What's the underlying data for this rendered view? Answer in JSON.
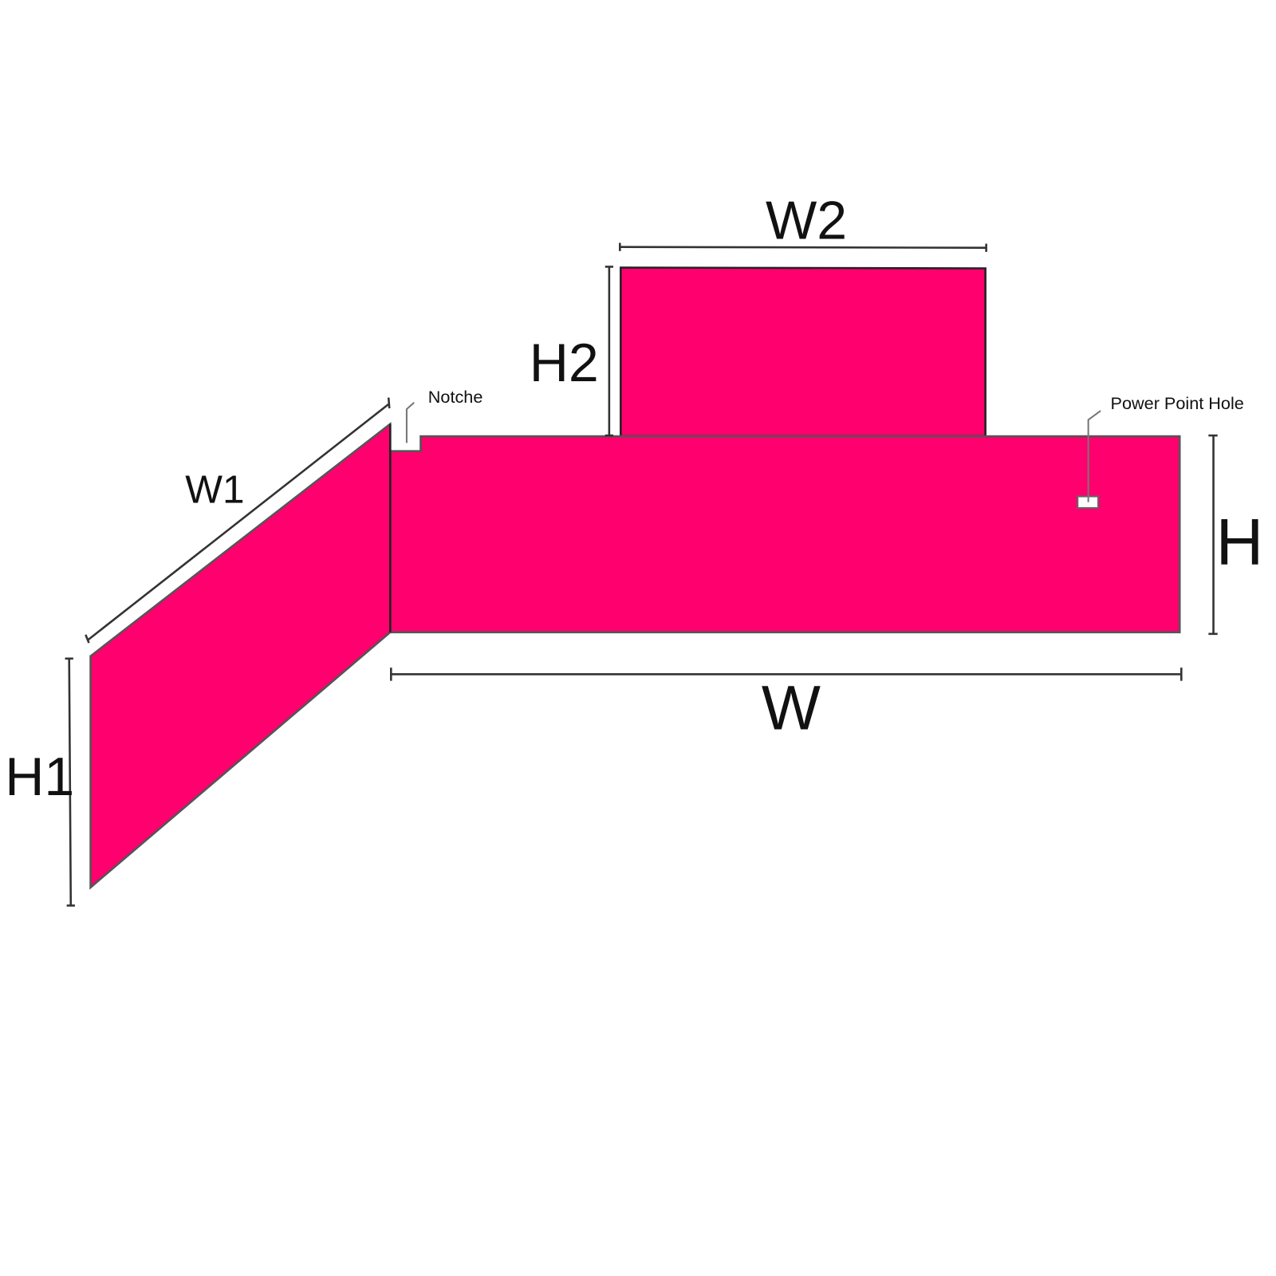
{
  "colors": {
    "panel": "#ff006e",
    "outline": "#555555",
    "dimension": "#333333"
  },
  "labels": {
    "w": "W",
    "h": "H",
    "w1": "W1",
    "h1": "H1",
    "w2": "W2",
    "h2": "H2",
    "notch": "Notche",
    "power_point_hole": "Power Point Hole"
  }
}
